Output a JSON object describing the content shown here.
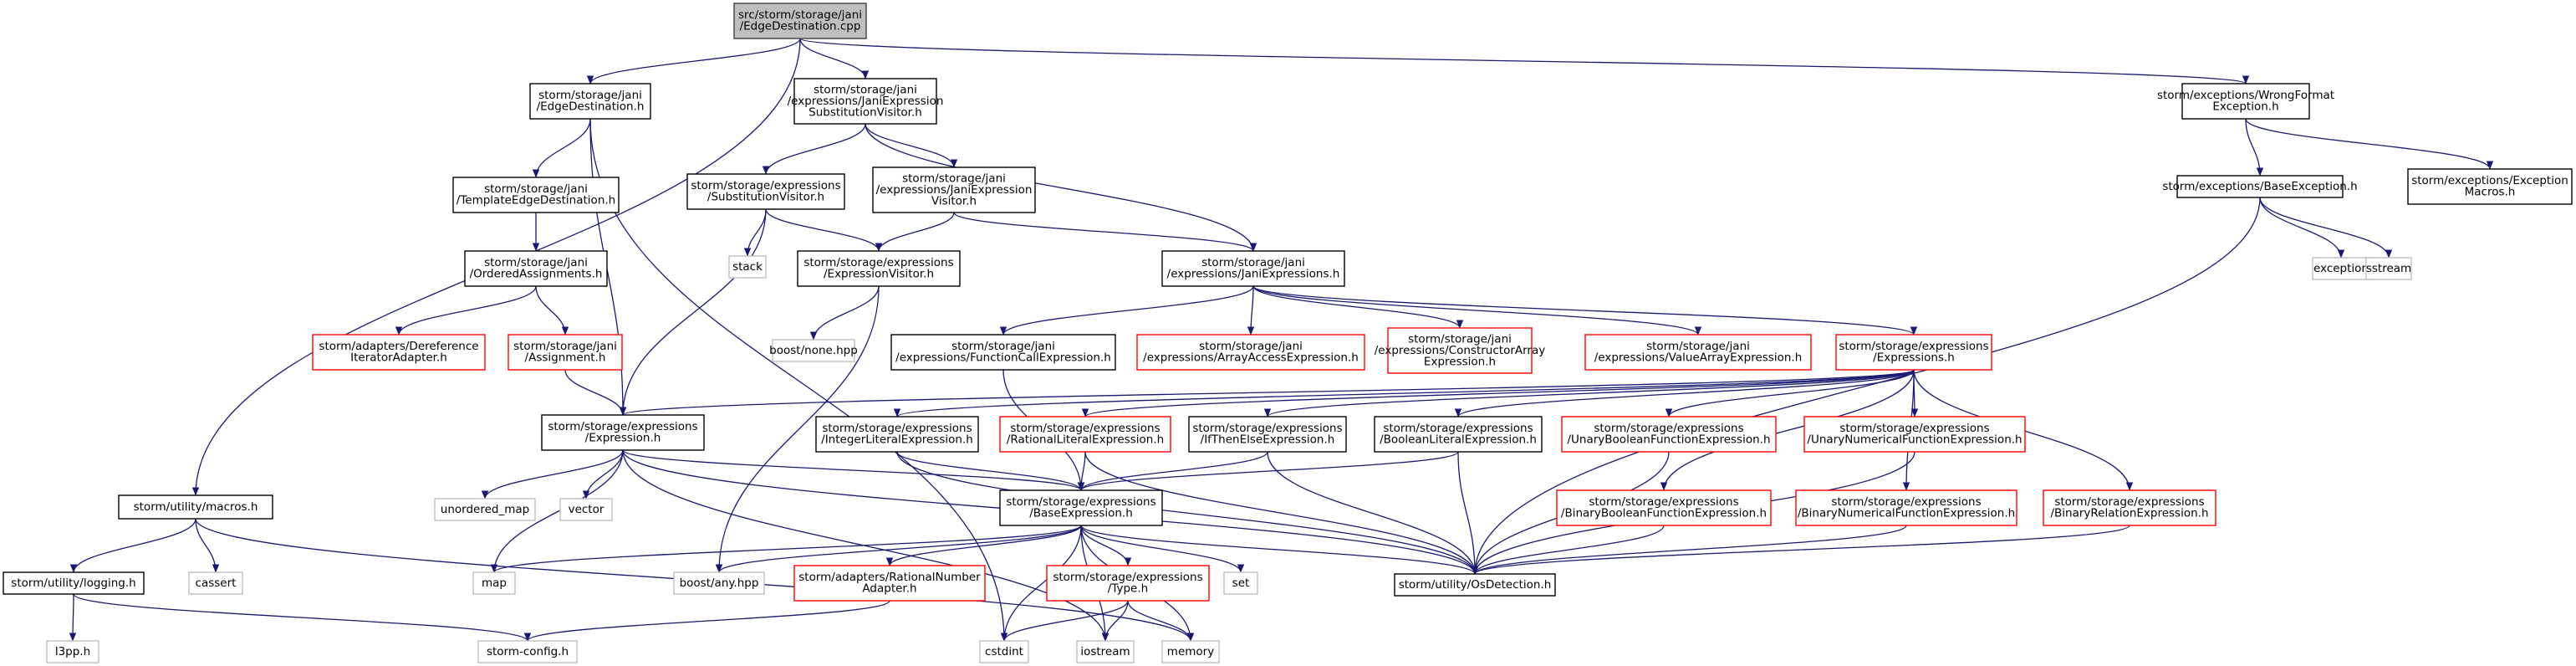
{
  "colors": {
    "edge": "#191970",
    "root_fill": "#bfbfbf",
    "red_border": "#ff0000",
    "gray_border": "#bfbfbf"
  },
  "nodes": [
    {
      "id": "root",
      "lines": [
        "src/storm/storage/jani",
        "/EdgeDestination.cpp"
      ],
      "kind": "root"
    },
    {
      "id": "ed_h",
      "lines": [
        "storm/storage/jani",
        "/EdgeDestination.h"
      ],
      "kind": "normal"
    },
    {
      "id": "jesv_h",
      "lines": [
        "storm/storage/jani",
        "/expressions/JaniExpression",
        "SubstitutionVisitor.h"
      ],
      "kind": "normal"
    },
    {
      "id": "wfe_h",
      "lines": [
        "storm/exceptions/WrongFormat",
        "Exception.h"
      ],
      "kind": "normal"
    },
    {
      "id": "macros_h",
      "lines": [
        "storm/utility/macros.h"
      ],
      "kind": "normal"
    },
    {
      "id": "ted_h",
      "lines": [
        "storm/storage/jani",
        "/TemplateEdgeDestination.h"
      ],
      "kind": "normal"
    },
    {
      "id": "oa_h",
      "lines": [
        "storm/storage/jani",
        "/OrderedAssignments.h"
      ],
      "kind": "normal"
    },
    {
      "id": "dia_h",
      "lines": [
        "storm/adapters/Dereference",
        "IteratorAdapter.h"
      ],
      "kind": "red"
    },
    {
      "id": "asg_h",
      "lines": [
        "storm/storage/jani",
        "/Assignment.h"
      ],
      "kind": "red"
    },
    {
      "id": "sv_h",
      "lines": [
        "storm/storage/expressions",
        "/SubstitutionVisitor.h"
      ],
      "kind": "normal"
    },
    {
      "id": "jev_h",
      "lines": [
        "storm/storage/jani",
        "/expressions/JaniExpression",
        "Visitor.h"
      ],
      "kind": "normal"
    },
    {
      "id": "stack",
      "lines": [
        "stack"
      ],
      "kind": "gray"
    },
    {
      "id": "ev_h",
      "lines": [
        "storm/storage/expressions",
        "/ExpressionVisitor.h"
      ],
      "kind": "normal"
    },
    {
      "id": "boostnone",
      "lines": [
        "boost/none.hpp"
      ],
      "kind": "gray"
    },
    {
      "id": "je_h",
      "lines": [
        "storm/storage/jani",
        "/expressions/JaniExpressions.h"
      ],
      "kind": "normal"
    },
    {
      "id": "fce_h",
      "lines": [
        "storm/storage/jani",
        "/expressions/FunctionCallExpression.h"
      ],
      "kind": "normal"
    },
    {
      "id": "aae_h",
      "lines": [
        "storm/storage/jani",
        "/expressions/ArrayAccessExpression.h"
      ],
      "kind": "red"
    },
    {
      "id": "cae_h",
      "lines": [
        "storm/storage/jani",
        "/expressions/ConstructorArray",
        "Expression.h"
      ],
      "kind": "red"
    },
    {
      "id": "vae_h",
      "lines": [
        "storm/storage/jani",
        "/expressions/ValueArrayExpression.h"
      ],
      "kind": "red"
    },
    {
      "id": "exprs_h",
      "lines": [
        "storm/storage/expressions",
        "/Expressions.h"
      ],
      "kind": "red"
    },
    {
      "id": "expr_h",
      "lines": [
        "storm/storage/expressions",
        "/Expression.h"
      ],
      "kind": "normal"
    },
    {
      "id": "ile_h",
      "lines": [
        "storm/storage/expressions",
        "/IntegerLiteralExpression.h"
      ],
      "kind": "normal"
    },
    {
      "id": "rle_h",
      "lines": [
        "storm/storage/expressions",
        "/RationalLiteralExpression.h"
      ],
      "kind": "red"
    },
    {
      "id": "ite_h",
      "lines": [
        "storm/storage/expressions",
        "/IfThenElseExpression.h"
      ],
      "kind": "normal"
    },
    {
      "id": "ble_h",
      "lines": [
        "storm/storage/expressions",
        "/BooleanLiteralExpression.h"
      ],
      "kind": "normal"
    },
    {
      "id": "ubfe_h",
      "lines": [
        "storm/storage/expressions",
        "/UnaryBooleanFunctionExpression.h"
      ],
      "kind": "red"
    },
    {
      "id": "unfe_h",
      "lines": [
        "storm/storage/expressions",
        "/UnaryNumericalFunctionExpression.h"
      ],
      "kind": "red"
    },
    {
      "id": "bbfe_h",
      "lines": [
        "storm/storage/expressions",
        "/BinaryBooleanFunctionExpression.h"
      ],
      "kind": "red"
    },
    {
      "id": "bnfe_h",
      "lines": [
        "storm/storage/expressions",
        "/BinaryNumericalFunctionExpression.h"
      ],
      "kind": "red"
    },
    {
      "id": "bre_h",
      "lines": [
        "storm/storage/expressions",
        "/BinaryRelationExpression.h"
      ],
      "kind": "red"
    },
    {
      "id": "be_h",
      "lines": [
        "storm/storage/expressions",
        "/BaseExpression.h"
      ],
      "kind": "normal"
    },
    {
      "id": "osd_h",
      "lines": [
        "storm/utility/OsDetection.h"
      ],
      "kind": "normal"
    },
    {
      "id": "be2_h",
      "lines": [
        "storm/exceptions/BaseException.h"
      ],
      "kind": "normal"
    },
    {
      "id": "em_h",
      "lines": [
        "storm/exceptions/Exception",
        "Macros.h"
      ],
      "kind": "normal"
    },
    {
      "id": "exception",
      "lines": [
        "exception"
      ],
      "kind": "gray"
    },
    {
      "id": "sstream",
      "lines": [
        "sstream"
      ],
      "kind": "gray"
    },
    {
      "id": "umap",
      "lines": [
        "unordered_map"
      ],
      "kind": "gray"
    },
    {
      "id": "vector",
      "lines": [
        "vector"
      ],
      "kind": "gray"
    },
    {
      "id": "logging_h",
      "lines": [
        "storm/utility/logging.h"
      ],
      "kind": "normal"
    },
    {
      "id": "cassert",
      "lines": [
        "cassert"
      ],
      "kind": "gray"
    },
    {
      "id": "l3pp",
      "lines": [
        "l3pp.h"
      ],
      "kind": "gray"
    },
    {
      "id": "map",
      "lines": [
        "map"
      ],
      "kind": "gray"
    },
    {
      "id": "boostany",
      "lines": [
        "boost/any.hpp"
      ],
      "kind": "gray"
    },
    {
      "id": "rna_h",
      "lines": [
        "storm/adapters/RationalNumber",
        "Adapter.h"
      ],
      "kind": "red"
    },
    {
      "id": "type_h",
      "lines": [
        "storm/storage/expressions",
        "/Type.h"
      ],
      "kind": "red"
    },
    {
      "id": "set",
      "lines": [
        "set"
      ],
      "kind": "gray"
    },
    {
      "id": "stormcfg",
      "lines": [
        "storm-config.h"
      ],
      "kind": "gray"
    },
    {
      "id": "cstdint",
      "lines": [
        "cstdint"
      ],
      "kind": "gray"
    },
    {
      "id": "iostream",
      "lines": [
        "iostream"
      ],
      "kind": "gray"
    },
    {
      "id": "memory",
      "lines": [
        "memory"
      ],
      "kind": "gray"
    }
  ],
  "edges": [
    [
      "root",
      "ed_h"
    ],
    [
      "root",
      "jesv_h"
    ],
    [
      "root",
      "wfe_h"
    ],
    [
      "root",
      "macros_h"
    ],
    [
      "ed_h",
      "ted_h"
    ],
    [
      "ed_h",
      "expr_h"
    ],
    [
      "ed_h",
      "cstdint"
    ],
    [
      "ted_h",
      "oa_h"
    ],
    [
      "oa_h",
      "dia_h"
    ],
    [
      "oa_h",
      "asg_h"
    ],
    [
      "asg_h",
      "expr_h"
    ],
    [
      "jesv_h",
      "sv_h"
    ],
    [
      "jesv_h",
      "jev_h"
    ],
    [
      "jesv_h",
      "je_h"
    ],
    [
      "sv_h",
      "stack"
    ],
    [
      "sv_h",
      "ev_h"
    ],
    [
      "sv_h",
      "expr_h"
    ],
    [
      "jev_h",
      "ev_h"
    ],
    [
      "jev_h",
      "je_h"
    ],
    [
      "ev_h",
      "boostnone"
    ],
    [
      "ev_h",
      "boostany"
    ],
    [
      "je_h",
      "fce_h"
    ],
    [
      "je_h",
      "aae_h"
    ],
    [
      "je_h",
      "cae_h"
    ],
    [
      "je_h",
      "vae_h"
    ],
    [
      "je_h",
      "exprs_h"
    ],
    [
      "fce_h",
      "be_h"
    ],
    [
      "exprs_h",
      "expr_h"
    ],
    [
      "exprs_h",
      "ile_h"
    ],
    [
      "exprs_h",
      "rle_h"
    ],
    [
      "exprs_h",
      "ite_h"
    ],
    [
      "exprs_h",
      "ble_h"
    ],
    [
      "exprs_h",
      "ubfe_h"
    ],
    [
      "exprs_h",
      "unfe_h"
    ],
    [
      "exprs_h",
      "bbfe_h"
    ],
    [
      "exprs_h",
      "bnfe_h"
    ],
    [
      "exprs_h",
      "bre_h"
    ],
    [
      "expr_h",
      "umap"
    ],
    [
      "expr_h",
      "vector"
    ],
    [
      "expr_h",
      "map"
    ],
    [
      "expr_h",
      "be_h"
    ],
    [
      "expr_h",
      "osd_h"
    ],
    [
      "expr_h",
      "iostream"
    ],
    [
      "ile_h",
      "be_h"
    ],
    [
      "ile_h",
      "osd_h"
    ],
    [
      "rle_h",
      "be_h"
    ],
    [
      "rle_h",
      "osd_h"
    ],
    [
      "ite_h",
      "be_h"
    ],
    [
      "ite_h",
      "osd_h"
    ],
    [
      "ble_h",
      "be_h"
    ],
    [
      "ble_h",
      "osd_h"
    ],
    [
      "ubfe_h",
      "osd_h"
    ],
    [
      "unfe_h",
      "osd_h"
    ],
    [
      "bbfe_h",
      "osd_h"
    ],
    [
      "bnfe_h",
      "osd_h"
    ],
    [
      "bre_h",
      "osd_h"
    ],
    [
      "be_h",
      "map"
    ],
    [
      "be_h",
      "boostany"
    ],
    [
      "be_h",
      "rna_h"
    ],
    [
      "be_h",
      "type_h"
    ],
    [
      "be_h",
      "set"
    ],
    [
      "be_h",
      "osd_h"
    ],
    [
      "be_h",
      "cstdint"
    ],
    [
      "be_h",
      "iostream"
    ],
    [
      "be_h",
      "memory"
    ],
    [
      "type_h",
      "cstdint"
    ],
    [
      "type_h",
      "iostream"
    ],
    [
      "type_h",
      "memory"
    ],
    [
      "rna_h",
      "stormcfg"
    ],
    [
      "wfe_h",
      "be2_h"
    ],
    [
      "wfe_h",
      "em_h"
    ],
    [
      "be2_h",
      "exception"
    ],
    [
      "be2_h",
      "sstream"
    ],
    [
      "be2_h",
      "osd_h"
    ],
    [
      "macros_h",
      "logging_h"
    ],
    [
      "macros_h",
      "cassert"
    ],
    [
      "macros_h",
      "memory"
    ],
    [
      "logging_h",
      "l3pp"
    ],
    [
      "logging_h",
      "stormcfg"
    ]
  ]
}
